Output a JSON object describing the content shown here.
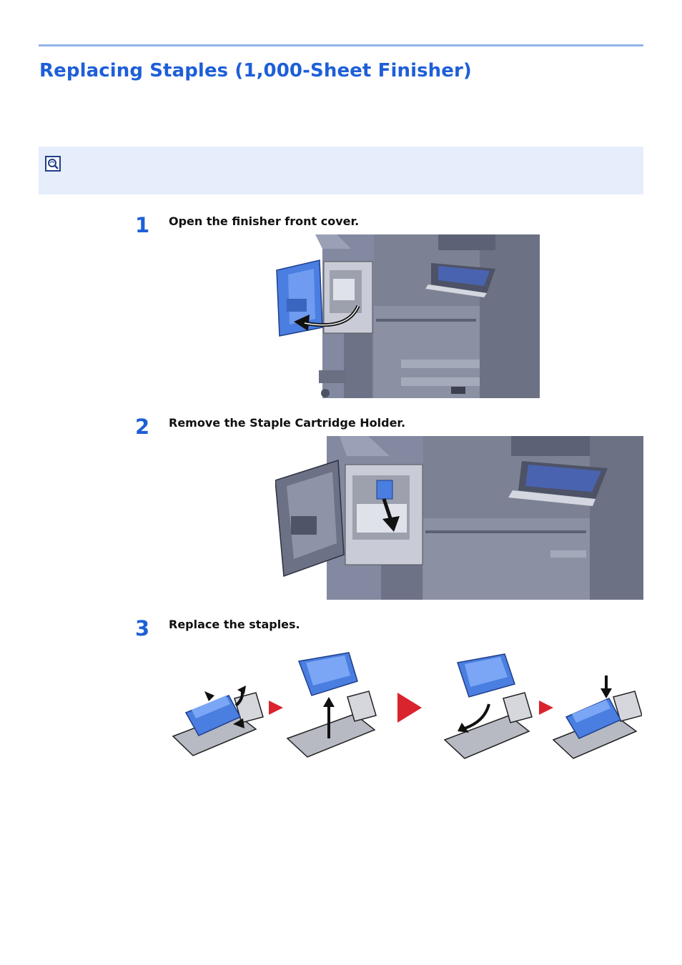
{
  "page": {
    "title": "Replacing Staples (1,000-Sheet Finisher)"
  },
  "note": {
    "icon": "note-icon"
  },
  "steps": [
    {
      "number": "1",
      "text": "Open the finisher front cover."
    },
    {
      "number": "2",
      "text": "Remove the Staple Cartridge Holder."
    },
    {
      "number": "3",
      "text": "Replace the staples."
    }
  ],
  "colors": {
    "accent": "#1e5fd8",
    "rule": "#8fb3e8",
    "note_bg": "#e6eefc",
    "machine_gray": "#7c8193",
    "part_blue": "#4a7ee0",
    "arrow_red": "#d9232d"
  }
}
